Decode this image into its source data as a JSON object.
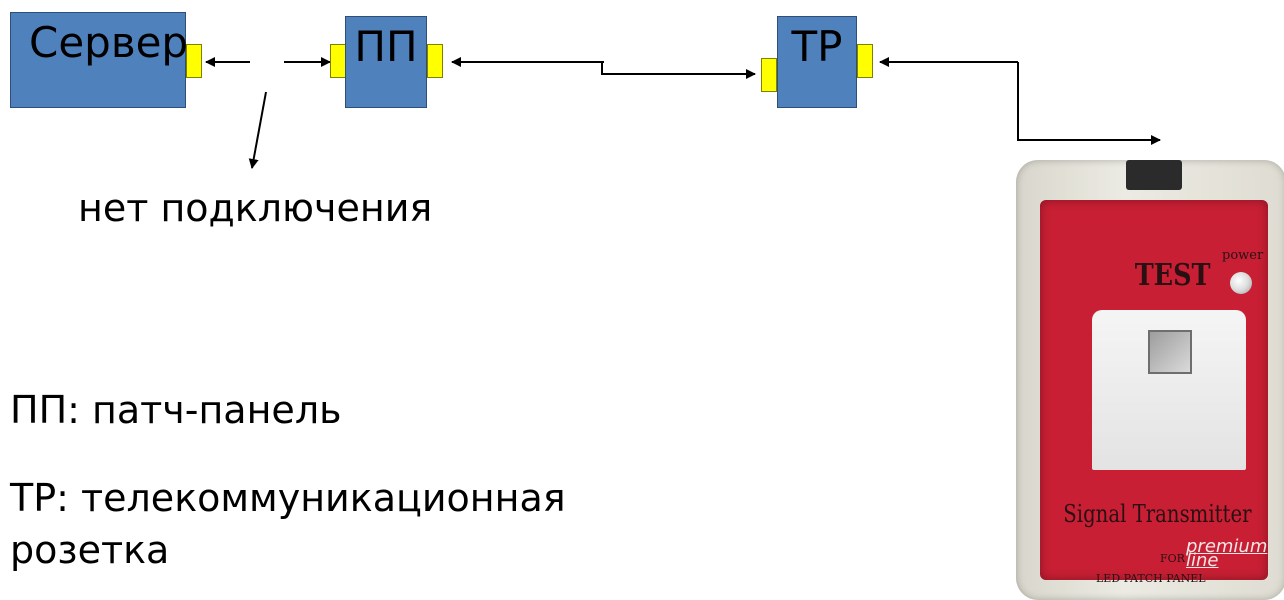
{
  "diagram": {
    "nodes": [
      {
        "id": "server",
        "label": "Сервер"
      },
      {
        "id": "pp",
        "label": "ПП"
      },
      {
        "id": "tr",
        "label": "ТР"
      }
    ],
    "no_connection_label": "нет подключения",
    "legend": [
      {
        "text": "ПП: патч-панель"
      },
      {
        "text": "ТР: телекоммуникационная розетка"
      }
    ]
  },
  "device": {
    "test_label": "TEST",
    "power_label": "power",
    "title": "Signal Transmitter",
    "for_label": "FOR",
    "sub_label": "LED PATCH PANEL",
    "brand_top": "premium",
    "brand_bottom": "line"
  },
  "colors": {
    "node_fill": "#4f81bd",
    "port_fill": "#ffff00",
    "device_face": "#c81f34"
  }
}
